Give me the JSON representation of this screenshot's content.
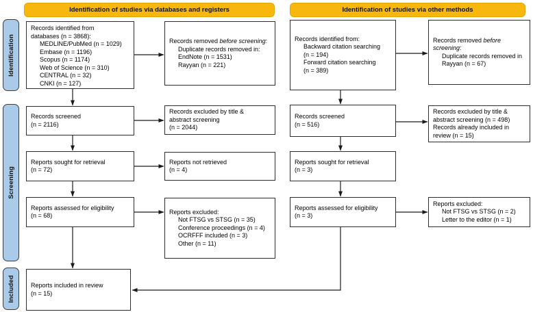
{
  "colors": {
    "header_bg": "#F8B70D",
    "tab_bg": "#A9CBE9",
    "tab_border": "#3d3d3d",
    "box_border": "#2b2b2b",
    "arrow": "#1a1a1a"
  },
  "headers": {
    "databases": "Identification of studies via databases and registers",
    "other": "Identification of studies via other methods"
  },
  "side_labels": {
    "identification": "Identification",
    "screening": "Screening",
    "included": "Included"
  },
  "boxes": {
    "db_identified": {
      "lines": [
        "Records identified from",
        "databases (n = 3868):",
        {
          "indent": 1,
          "text": "MEDLINE/PubMed (n = 1029)"
        },
        {
          "indent": 1,
          "text": "Embase (n = 1196)"
        },
        {
          "indent": 1,
          "text": "Scopus (n = 1174)"
        },
        {
          "indent": 1,
          "text": "Web of Science (n = 310)"
        },
        {
          "indent": 1,
          "text": "CENTRAL (n = 32)"
        },
        {
          "indent": 1,
          "text": "CNKI (n = 127)"
        }
      ]
    },
    "db_removed": {
      "lines": [
        {
          "runs": [
            {
              "t": "Records removed "
            },
            {
              "t": "before screening",
              "italic": true
            },
            {
              "t": ":"
            }
          ]
        },
        {
          "indent": 1,
          "text": "Duplicate records removed in:"
        },
        {
          "indent": 1,
          "text": "EndNote (n = 1531)"
        },
        {
          "indent": 1,
          "text": "Rayyan (n = 221)"
        }
      ]
    },
    "db_screened": {
      "lines": [
        "Records screened",
        "(n = 2116)"
      ]
    },
    "db_excluded_screening": {
      "lines": [
        "Records excluded by title &",
        "abstract screening",
        "(n = 2044)"
      ]
    },
    "db_sought": {
      "lines": [
        "Reports sought for retrieval",
        "(n = 72)"
      ]
    },
    "db_not_retrieved": {
      "lines": [
        "Reports not retrieved",
        "(n = 4)"
      ]
    },
    "db_assessed": {
      "lines": [
        "Reports assessed for eligibility",
        "(n = 68)"
      ]
    },
    "db_excluded_eligibility": {
      "lines": [
        "Reports excluded:",
        {
          "indent": 1,
          "text": "Not FTSG vs STSG (n = 35)"
        },
        {
          "indent": 1,
          "text": "Conference proceedings (n = 4)"
        },
        {
          "indent": 1,
          "text": "OCRFFF included (n = 3)"
        },
        {
          "indent": 1,
          "text": "Other (n = 11)"
        }
      ]
    },
    "included_review": {
      "lines": [
        "Reports included in review",
        "(n = 15)"
      ]
    },
    "other_identified": {
      "lines": [
        "Records identified from:",
        {
          "indent": 1,
          "text": "Backward citation searching"
        },
        {
          "indent": 1,
          "text": "(n = 194)"
        },
        {
          "indent": 1,
          "text": "Forward citation searching"
        },
        {
          "indent": 1,
          "text": "(n = 389)"
        }
      ]
    },
    "other_removed": {
      "lines": [
        {
          "runs": [
            {
              "t": "Records removed "
            },
            {
              "t": "before",
              "italic": true
            }
          ]
        },
        {
          "runs": [
            {
              "t": "screening",
              "italic": true
            },
            {
              "t": ":"
            }
          ]
        },
        {
          "indent": 1,
          "text": "Duplicate records removed in"
        },
        {
          "indent": 1,
          "text": "Rayyan (n = 67)"
        }
      ]
    },
    "other_screened": {
      "lines": [
        "Records screened",
        "(n = 516)"
      ]
    },
    "other_excluded_screening": {
      "lines": [
        "Records excluded by title &",
        "abstract screening (n = 498)",
        "Records already included in",
        "review (n = 15)"
      ]
    },
    "other_sought": {
      "lines": [
        "Reports sought for retrieval",
        "(n = 3)"
      ]
    },
    "other_assessed": {
      "lines": [
        "Reports assessed for eligibility",
        "(n = 3)"
      ]
    },
    "other_excluded_eligibility": {
      "lines": [
        "Reports excluded:",
        {
          "indent": 1,
          "text": "Not FTSG vs STSG (n = 2)"
        },
        {
          "indent": 1,
          "text": "Letter to the editor (n = 1)"
        }
      ]
    }
  }
}
